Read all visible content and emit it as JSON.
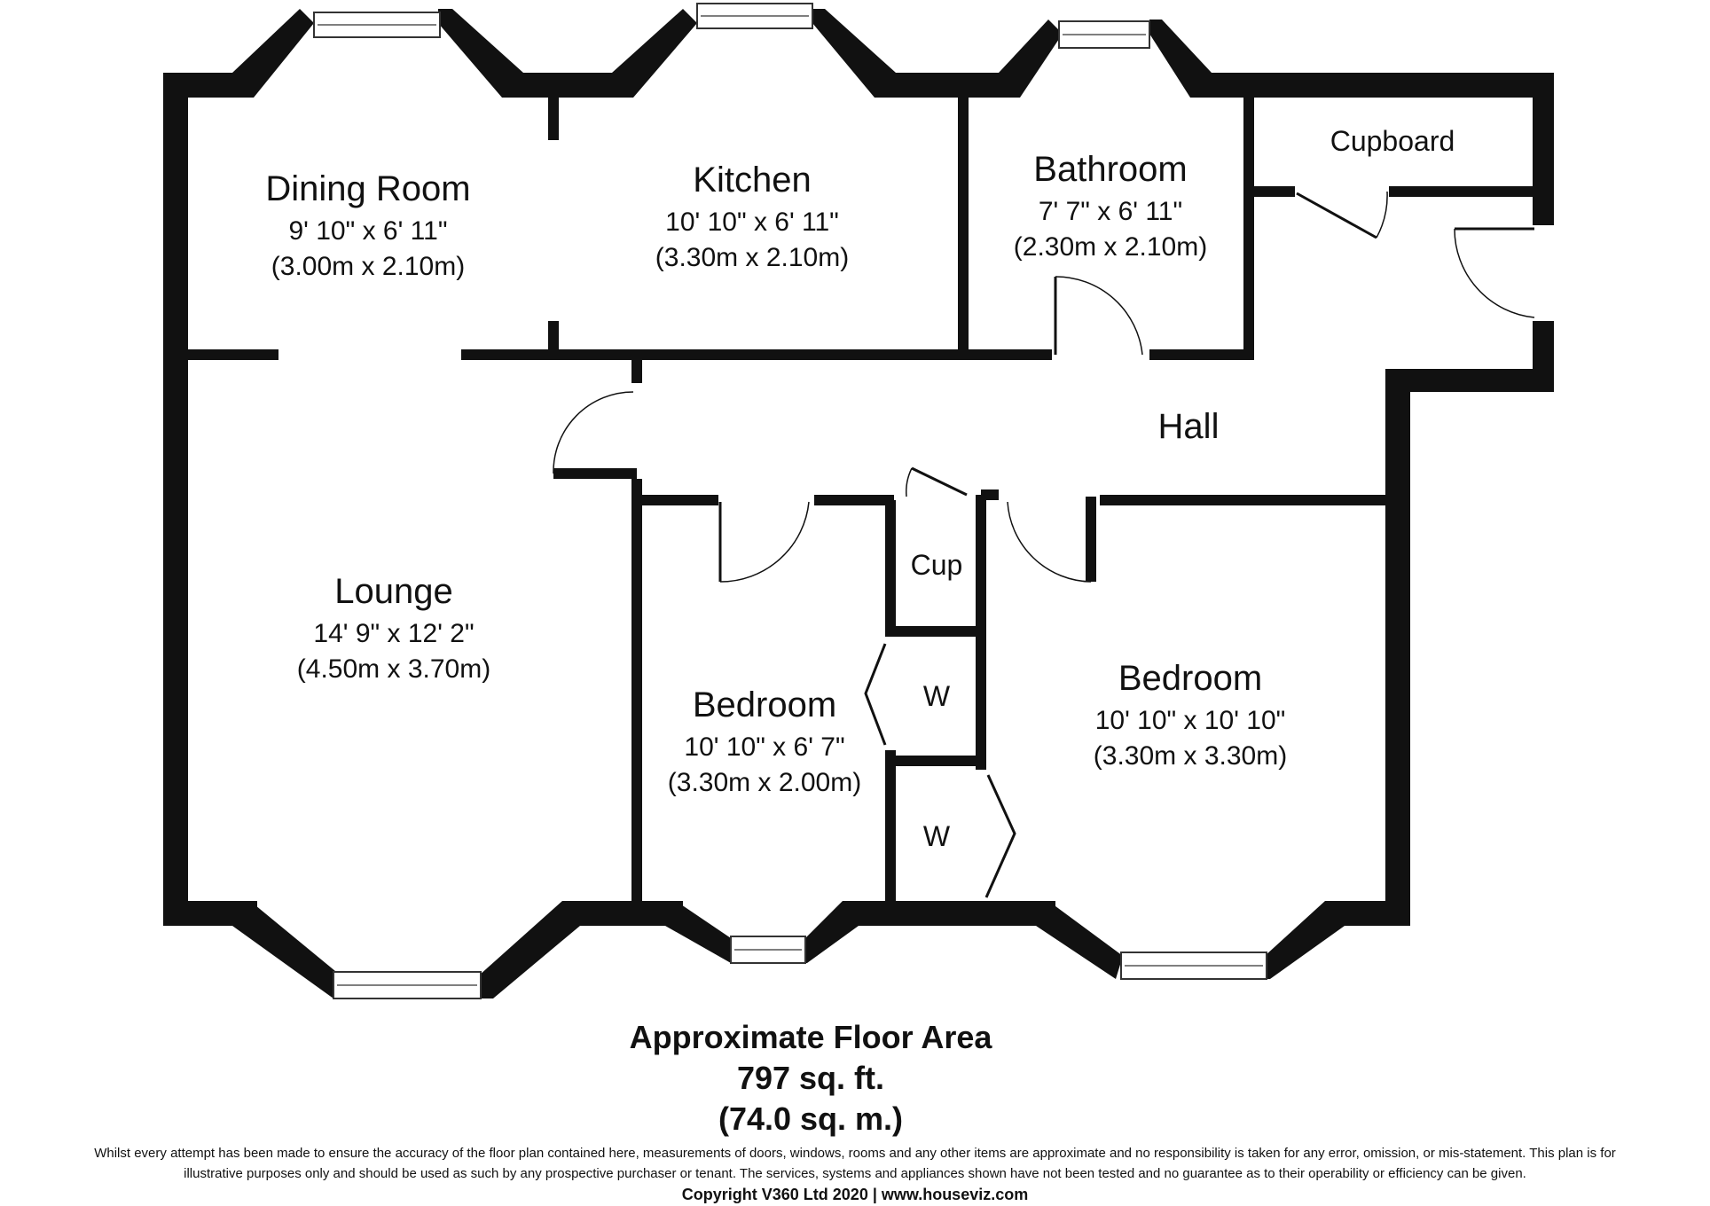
{
  "rooms": {
    "dining": {
      "name": "Dining Room",
      "imperial": "9' 10\" x 6' 11\"",
      "metric": "(3.00m x 2.10m)"
    },
    "kitchen": {
      "name": "Kitchen",
      "imperial": "10' 10\" x 6' 11\"",
      "metric": "(3.30m x 2.10m)"
    },
    "bathroom": {
      "name": "Bathroom",
      "imperial": "7' 7\" x 6' 11\"",
      "metric": "(2.30m x 2.10m)"
    },
    "cupboard": {
      "name": "Cupboard"
    },
    "hall": {
      "name": "Hall"
    },
    "lounge": {
      "name": "Lounge",
      "imperial": "14' 9\" x 12' 2\"",
      "metric": "(4.50m x 3.70m)"
    },
    "cup": {
      "name": "Cup"
    },
    "wardrobe1": {
      "name": "W"
    },
    "wardrobe2": {
      "name": "W"
    },
    "bedroom1": {
      "name": "Bedroom",
      "imperial": "10' 10\" x 6' 7\"",
      "metric": "(3.30m x 2.00m)"
    },
    "bedroom2": {
      "name": "Bedroom",
      "imperial": "10' 10\" x 10' 10\"",
      "metric": "(3.30m x 3.30m)"
    }
  },
  "area": {
    "title": "Approximate Floor Area",
    "sqft": "797 sq. ft.",
    "sqm": "(74.0 sq. m.)"
  },
  "footer": {
    "disclaimer_line1": "Whilst every attempt has been made to ensure the accuracy of the floor plan contained here, measurements of doors, windows, rooms and any other items are approximate and no responsibility is taken for any error, omission, or mis-statement. This plan is for",
    "disclaimer_line2": "illustrative purposes only and should be used as such by any prospective purchaser or tenant. The services, systems and appliances shown have not been tested and no guarantee as to their operability or efficiency can be given.",
    "copyright": "Copyright V360 Ltd 2020 | www.houseviz.com"
  }
}
